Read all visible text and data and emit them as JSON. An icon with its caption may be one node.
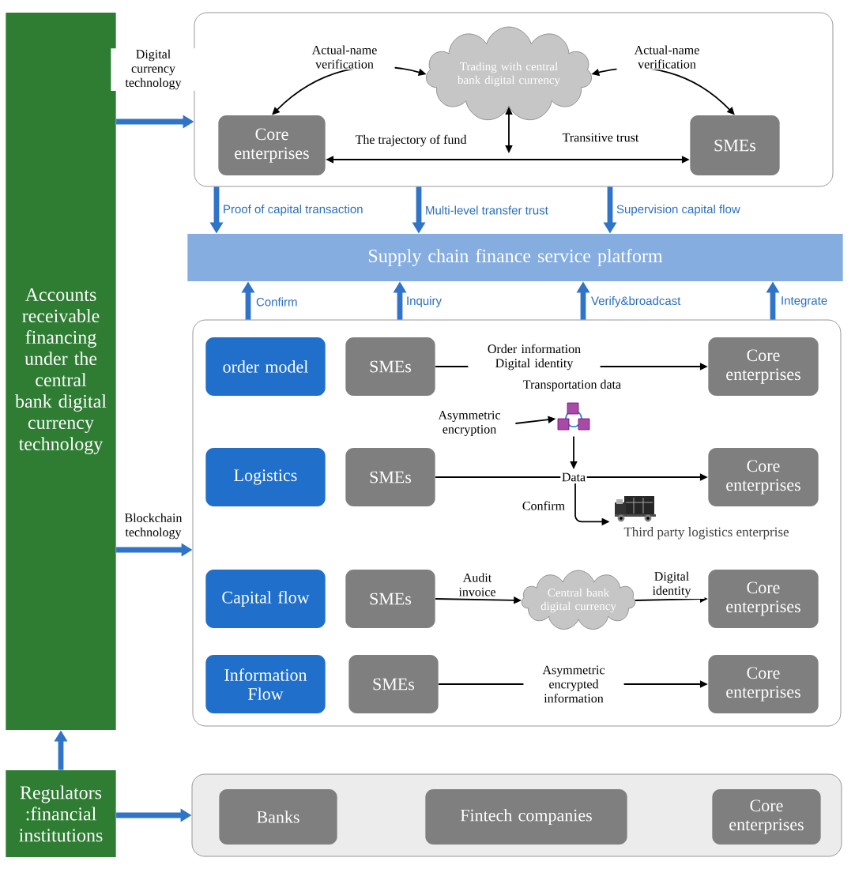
{
  "diagram": {
    "nodes": [
      {
        "text": [
          "Accounts receivable financing under the central bank digital currency technology"
        ]
      },
      {
        "text": [],
        "shape": "box"
      },
      {
        "text": [
          "Trading with central bank digital currency"
        ],
        "in": 1
      },
      {
        "text": [
          "Core enterprises"
        ],
        "in": 1
      },
      {
        "text": [
          "SMEs"
        ],
        "in": 1
      },
      {
        "text": [
          "Supply chain finance service platform"
        ]
      },
      {
        "text": [],
        "shape": "box"
      },
      {
        "text": [
          "order model"
        ],
        "in": 6
      },
      {
        "text": [
          "SMEs"
        ],
        "in": 6
      },
      {
        "text": [
          "Core enterprises"
        ],
        "in": 6
      },
      {
        "text": [
          "Asymmetric encryption"
        ],
        "in": 6
      },
      {
        "text": [],
        "shape": "picture",
        "in": 6
      },
      {
        "text": [
          "Logistics"
        ],
        "in": 6
      },
      {
        "text": [
          "SMEs"
        ],
        "in": 6
      },
      {
        "text": [
          "Core enterprises"
        ],
        "in": 6
      },
      {
        "text": [],
        "shape": "picture",
        "in": 6,
        "beside": [
          "Third party logistics enterprise"
        ]
      },
      {
        "text": [
          "Capital flow"
        ],
        "in": 6
      },
      {
        "text": [
          "SMEs"
        ],
        "in": 6
      },
      {
        "text": [
          "Central bank digital currency"
        ],
        "in": 6
      },
      {
        "text": [
          "Core enterprises"
        ],
        "in": 6
      },
      {
        "text": [
          "Information Flow"
        ],
        "in": 6
      },
      {
        "text": [
          "SMEs"
        ],
        "in": 6
      },
      {
        "text": [
          "Core enterprises"
        ],
        "in": 6
      },
      {
        "text": [
          "Regulators :financial institutions"
        ]
      },
      {
        "text": [],
        "shape": "box"
      },
      {
        "text": [
          "Banks"
        ],
        "in": 24
      },
      {
        "text": [
          "Fintech companies"
        ],
        "in": 24
      },
      {
        "text": [
          "Core enterprises"
        ],
        "in": 24
      }
    ],
    "edges": [
      {
        "from": 0,
        "to": 1,
        "arrow": "to",
        "label": "Digital currency technology",
        "style": "thick",
        "color": "#2f74c8"
      },
      {
        "from": 3,
        "to": 2,
        "arrow": "both",
        "label": "Actual-name verification"
      },
      {
        "from": 4,
        "to": 2,
        "arrow": "both",
        "label": "Actual-name verification"
      },
      {
        "from": 3,
        "to": 4,
        "arrow": "both"
      },
      {
        "from": 2,
        "to": null,
        "arrow": "both"
      },
      {
        "from": 1,
        "to": 5,
        "arrow": "to",
        "label": "Proof of capital transaction",
        "style": "thick",
        "color": "#2f74c8"
      },
      {
        "from": 1,
        "to": 5,
        "arrow": "to",
        "label": "Multi-level transfer trust",
        "style": "thick",
        "color": "#2f74c8"
      },
      {
        "from": 1,
        "to": 5,
        "arrow": "to",
        "label": "Supervision capital flow",
        "style": "thick",
        "color": "#2f74c8"
      },
      {
        "from": 6,
        "to": 5,
        "arrow": "to",
        "label": "Confirm",
        "style": "thick",
        "color": "#2f74c8"
      },
      {
        "from": 6,
        "to": 5,
        "arrow": "to",
        "label": "Inquiry",
        "style": "thick",
        "color": "#2f74c8"
      },
      {
        "from": 6,
        "to": 5,
        "arrow": "to",
        "label": "Verify&broadcast",
        "style": "thick",
        "color": "#2f74c8"
      },
      {
        "from": 6,
        "to": 5,
        "arrow": "to",
        "label": "Integrate",
        "style": "thick",
        "color": "#2f74c8"
      },
      {
        "from": 0,
        "to": 6,
        "arrow": "to",
        "label": "Blockchain technology",
        "style": "thick",
        "color": "#2f74c8"
      },
      {
        "from": 23,
        "to": 0,
        "arrow": "to",
        "style": "thick",
        "color": "#2f74c8"
      },
      {
        "from": 23,
        "to": 24,
        "arrow": "to",
        "style": "thick",
        "color": "#2f74c8"
      },
      {
        "from": 8,
        "to": 9,
        "arrow": "to",
        "label": "Order information Digital identity"
      },
      {
        "from": 10,
        "to": 11,
        "arrow": "to"
      },
      {
        "from": 11,
        "to": null,
        "arrow": "to"
      },
      {
        "from": 13,
        "to": 14,
        "arrow": "to",
        "label": "Data"
      },
      {
        "from": null,
        "to": 15,
        "arrow": "to",
        "label": "Confirm"
      },
      {
        "from": 17,
        "to": 18,
        "arrow": "to",
        "label": "Audit invoice"
      },
      {
        "from": 18,
        "to": 19,
        "arrow": "to",
        "label": "Digital identity"
      },
      {
        "from": 21,
        "to": 22,
        "arrow": "to",
        "label": "Asymmetric encrypted information"
      }
    ],
    "labels": [
      "The trajectory of fund",
      "Transitive trust",
      "Transportation data"
    ]
  }
}
